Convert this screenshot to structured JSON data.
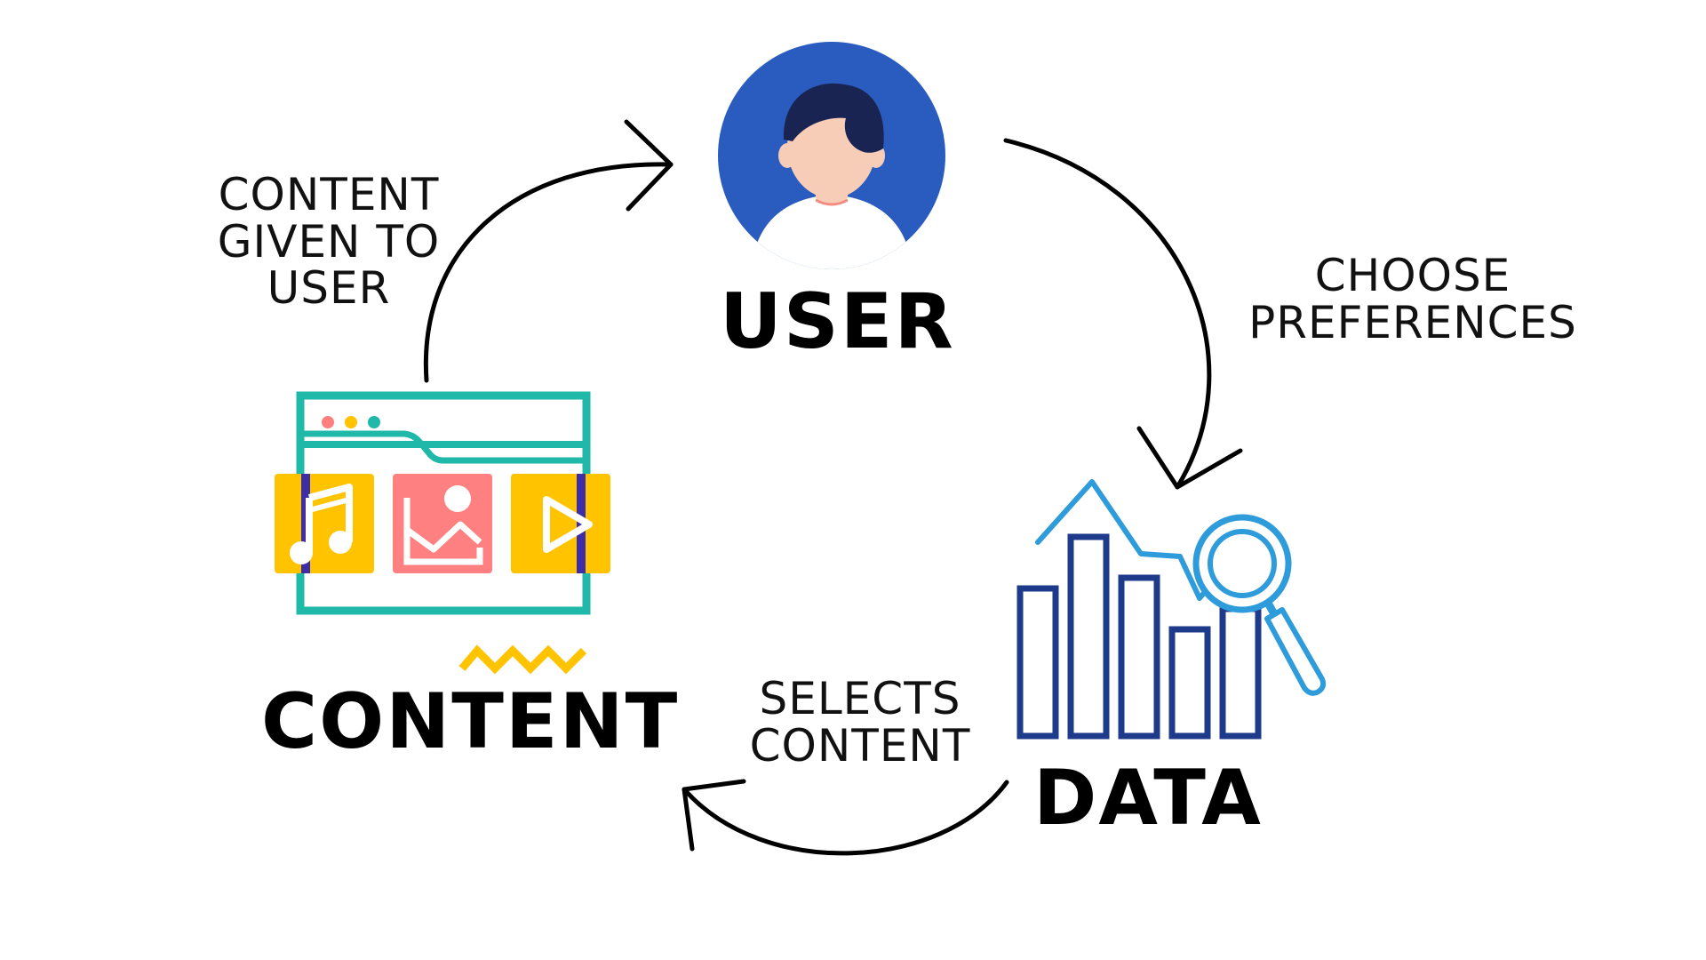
{
  "nodes": {
    "user": {
      "title": "USER",
      "accent_color": "#2A5BBE"
    },
    "data": {
      "title": "DATA",
      "accent_color": "#1E3A8A"
    },
    "content": {
      "title": "CONTENT",
      "accent_color": "#20B8A8"
    }
  },
  "edges": {
    "content_to_user": {
      "lines": [
        "CONTENT",
        "GIVEN TO",
        "USER"
      ]
    },
    "user_to_data": {
      "lines": [
        "CHOOSE",
        "PREFERENCES"
      ]
    },
    "data_to_content": {
      "lines": [
        "SELECTS",
        "CONTENT"
      ]
    }
  },
  "icons": {
    "user": "user-avatar-icon",
    "data": "bar-chart-magnifier-icon",
    "content": "media-browser-window-icon",
    "music": "music-note-icon",
    "image": "image-icon",
    "video": "play-icon"
  },
  "colors": {
    "teal": "#20B8A8",
    "yellow": "#FFC300",
    "pink": "#FF8080",
    "navy": "#1E3A8A",
    "sky": "#2E9BDB",
    "arrow": "#000000"
  }
}
